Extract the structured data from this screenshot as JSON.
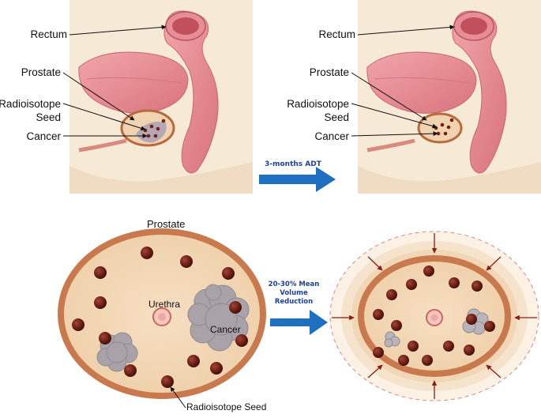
{
  "top_left_labels": {
    "rectum": "Rectum",
    "prostate": "Prostate",
    "seed_line1": "Radioisotope",
    "seed_line2": "Seed",
    "cancer": "Cancer"
  },
  "top_right_labels": {
    "rectum": "Rectum",
    "prostate": "Prostate",
    "seed_line1": "Radioisotope",
    "seed_line2": "Seed",
    "cancer": "Cancer"
  },
  "top_arrow_label": "3-months ADT",
  "bottom_arrow_label": [
    "20-30% Mean",
    "Volume",
    "Reduction"
  ],
  "bottom_left": {
    "prostate": "Prostate",
    "urethra": "Urethra",
    "cancer": "Cancer",
    "seed": "Radioisotope Seed"
  },
  "colors": {
    "anatomy_bg": "#f6e9d6",
    "tissue_pink": "#e58c93",
    "prostate_ring": "#c9784a",
    "prostate_fill": "#f2d6b6",
    "seed": "#6b1f14",
    "cancer": "#a9a4a9",
    "arrow_blue": "#1e6fbf",
    "arrow_text": "#1d3fa0"
  }
}
